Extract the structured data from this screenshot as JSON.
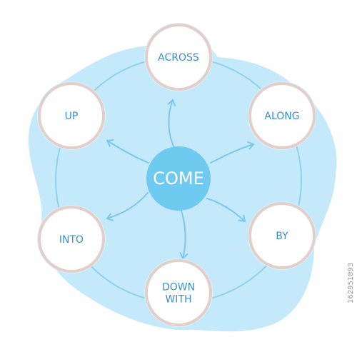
{
  "colors": {
    "blob": "#c4e9fb",
    "ring": "#8fd0ee",
    "arrow": "#7cc7ec",
    "center_fill": "#6fcaf2",
    "center_text": "#ffffff",
    "node_fill": "#ffffff",
    "node_border": "#e3cfc9",
    "node_inner_ring": "#d9f0fb",
    "node_text": "#3a8fd0"
  },
  "diagram": {
    "center": {
      "label": "COME"
    },
    "nodes": [
      {
        "id": "across",
        "lines": [
          "ACROSS"
        ]
      },
      {
        "id": "along",
        "lines": [
          "ALONG"
        ]
      },
      {
        "id": "by",
        "lines": [
          "BY"
        ]
      },
      {
        "id": "down-with",
        "lines": [
          "DOWN",
          "WITH"
        ]
      },
      {
        "id": "into",
        "lines": [
          "INTO"
        ]
      },
      {
        "id": "up",
        "lines": [
          "UP"
        ]
      }
    ]
  },
  "watermark": {
    "stock_id": "162951893"
  }
}
